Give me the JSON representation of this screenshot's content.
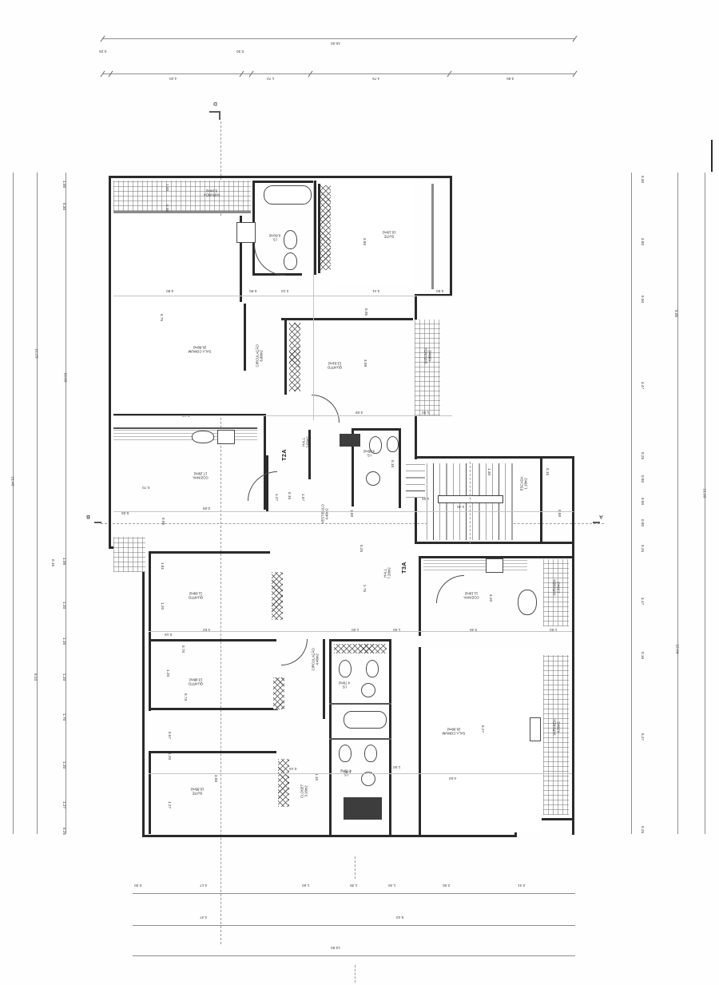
{
  "drawing": {
    "type": "architectural-floor-plan",
    "orientation_note": "all annotation text rendered rotated 180 degrees",
    "section_markers": [
      {
        "id": "marker-d",
        "label": "D",
        "position": "top"
      },
      {
        "id": "marker-b",
        "label": "B",
        "position": "left"
      },
      {
        "id": "marker-a",
        "label": "A",
        "position": "right"
      }
    ]
  },
  "apartments": [
    {
      "code": "T2A"
    },
    {
      "code": "T3A"
    }
  ],
  "rooms": {
    "upper_left": [
      {
        "name": "VARANDA",
        "area": "3.24m2"
      },
      {
        "name": "SALA COMUM",
        "area": "26.80m2"
      },
      {
        "name": "CIRCULAÇÃO",
        "area": "6.80m2"
      },
      {
        "name": "I.S.",
        "area": "6.81m2"
      },
      {
        "name": "COZINHA",
        "area": "17.29m2"
      },
      {
        "name": "HALL",
        "area": "3.09m2"
      },
      {
        "name": "VESTIBULO",
        "area": "4.40m2"
      }
    ],
    "upper_right": [
      {
        "name": "SUITE",
        "area": "16.19m2"
      },
      {
        "name": "QUARTO",
        "area": "13.91m2"
      },
      {
        "name": "VARANDA",
        "area": "4.80m2"
      },
      {
        "name": "I.S.",
        "area": "4.05m2"
      }
    ],
    "lower_left": [
      {
        "name": "QUARTO",
        "area": "11.69m2"
      },
      {
        "name": "QUARTO",
        "area": "13.98m2"
      },
      {
        "name": "SUITE",
        "area": "16.85m2"
      },
      {
        "name": "CIRCULAÇÃO",
        "area": "4.46m2"
      },
      {
        "name": "CLOSET",
        "area": "3.16m2"
      },
      {
        "name": "I.S.",
        "area": "4.70m2"
      }
    ],
    "lower_right": [
      {
        "name": "HALL",
        "area": "7.20m2"
      },
      {
        "name": "COZINHA",
        "area": "11.19m2"
      },
      {
        "name": "VARANDA",
        "area": "2.99m2"
      },
      {
        "name": "SALA COMUM",
        "area": "26.90m2"
      },
      {
        "name": "VARANDA",
        "area": "4.29m2"
      },
      {
        "name": "I.S.",
        "area": "4.70m2"
      }
    ],
    "core": [
      {
        "name": "ESCADA",
        "area": "1.18m2"
      }
    ]
  },
  "dimensions": {
    "top_total": "15.00",
    "top_chain": [
      "0.25",
      "4.20",
      "0.30",
      "1.70",
      "4.75",
      "3.80"
    ],
    "bottom_total": "13.90",
    "bottom_mid": [
      "4.47",
      "9.43"
    ],
    "bottom_chain": [
      "0.30",
      "4.17",
      "1.60",
      "1.35",
      "1.46",
      "2.00",
      "2.41"
    ],
    "left_total": "21.48",
    "left_mid": [
      "12.25",
      "9.24"
    ],
    "left_chain": [
      "1.00",
      "0.30",
      "10.06",
      "1.08",
      "0.15",
      "1.20",
      "1.15",
      "1.20",
      "1.70",
      "1.20",
      "1.27",
      "0.25"
    ],
    "right_total": "21.09",
    "right_mid": [
      "9.05",
      "12.04"
    ],
    "right_chain": [
      "0.30",
      "3.80",
      "0.50",
      "4.47",
      "0.25",
      "0.80",
      "0.80",
      "0.80",
      "0.25",
      "3.17",
      "0.16",
      "5.27",
      "0.25"
    ],
    "interior": {
      "varanda_upper": [
        "1.00",
        "0.30"
      ],
      "sala_upper": [
        "6.75",
        "3.80"
      ],
      "suite_upper": [
        "3.80",
        "3.41",
        "0.50",
        "0.95"
      ],
      "quarto_upper": [
        "3.98",
        "3.08",
        "1.50"
      ],
      "is_upper": [
        "2.10",
        "0.80",
        "0.05"
      ],
      "cozinha": [
        "5.12",
        "0.70",
        "3.08",
        "0.95",
        "0.05"
      ],
      "hall_t2a": [
        "1.27",
        "0.15",
        "1.57"
      ],
      "vestibulo": [
        "0.15",
        "0.25",
        "1.00",
        "0.25"
      ],
      "escada": [
        "1.05",
        "2.40",
        "1.30",
        "0.15",
        "0.80"
      ],
      "hall_t3a": [
        "2.75",
        "0.15",
        "1.00",
        "1.00",
        "0.15"
      ],
      "cozinha_lower": [
        "3.20",
        "3.46",
        "0.15",
        "1.50"
      ],
      "sala_lower": [
        "5.27",
        "4.63",
        "1.50"
      ],
      "quarto_lower1": [
        "1.81",
        "1.20",
        "4.52",
        "0.15",
        "0.70",
        "0.15"
      ],
      "quarto_lower2": [
        "1.20",
        "0.73",
        "0.15",
        "1.10"
      ],
      "suite_lower": [
        "0.67",
        "1.20",
        "1.27",
        "3.50"
      ],
      "closet": [
        "1.10",
        "1.50",
        "0.15"
      ],
      "is_lower": [
        "1.80",
        "0.15",
        "1.00"
      ]
    }
  }
}
